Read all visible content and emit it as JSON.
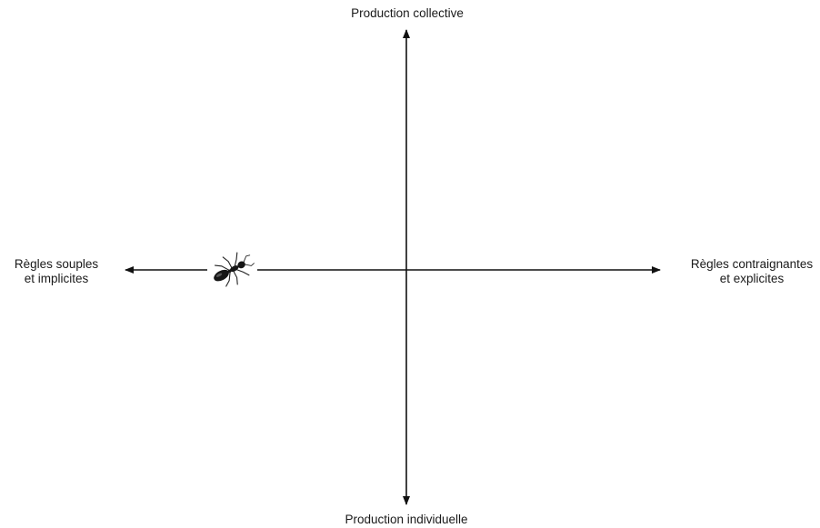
{
  "axes": {
    "top_label": "Production collective",
    "bottom_label": "Production individuelle",
    "left_label_line1": "Règles souples",
    "left_label_line2": "et implicites",
    "right_label_line1": "Règles contraignantes",
    "right_label_line2": "et explicites"
  },
  "marker": {
    "icon": "ant-icon"
  },
  "colors": {
    "axis": "#111111",
    "text": "#1a1a1a",
    "background": "#ffffff"
  }
}
